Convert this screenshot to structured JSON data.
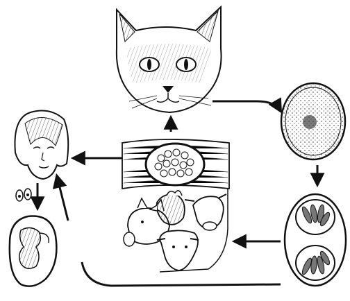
{
  "diagram": {
    "nodes": [
      {
        "id": "cat",
        "icon": "cat-head-icon"
      },
      {
        "id": "oocyst",
        "icon": "unsporulated-oocyst-icon"
      },
      {
        "id": "sporulated-oocyst",
        "icon": "sporulated-oocyst-icon"
      },
      {
        "id": "intermediate-hosts",
        "icon": "livestock-hosts-icon"
      },
      {
        "id": "tissue-cyst",
        "icon": "tissue-cyst-in-muscle-icon"
      },
      {
        "id": "human",
        "icon": "human-head-icon"
      },
      {
        "id": "fetus",
        "icon": "fetus-in-uterus-icon"
      },
      {
        "id": "tachyzoites",
        "icon": "tachyzoites-icon"
      }
    ],
    "arrows": [
      {
        "from": "cat",
        "to": "oocyst"
      },
      {
        "from": "oocyst",
        "to": "sporulated-oocyst"
      },
      {
        "from": "sporulated-oocyst",
        "to": "intermediate-hosts"
      },
      {
        "from": "tissue-cyst",
        "to": "cat"
      },
      {
        "from": "tissue-cyst",
        "to": "human"
      },
      {
        "from": "sporulated-oocyst",
        "to": "human"
      },
      {
        "from": "human",
        "to": "fetus"
      }
    ],
    "colors": {
      "ink": "#111111",
      "paper": "#ffffff"
    }
  }
}
